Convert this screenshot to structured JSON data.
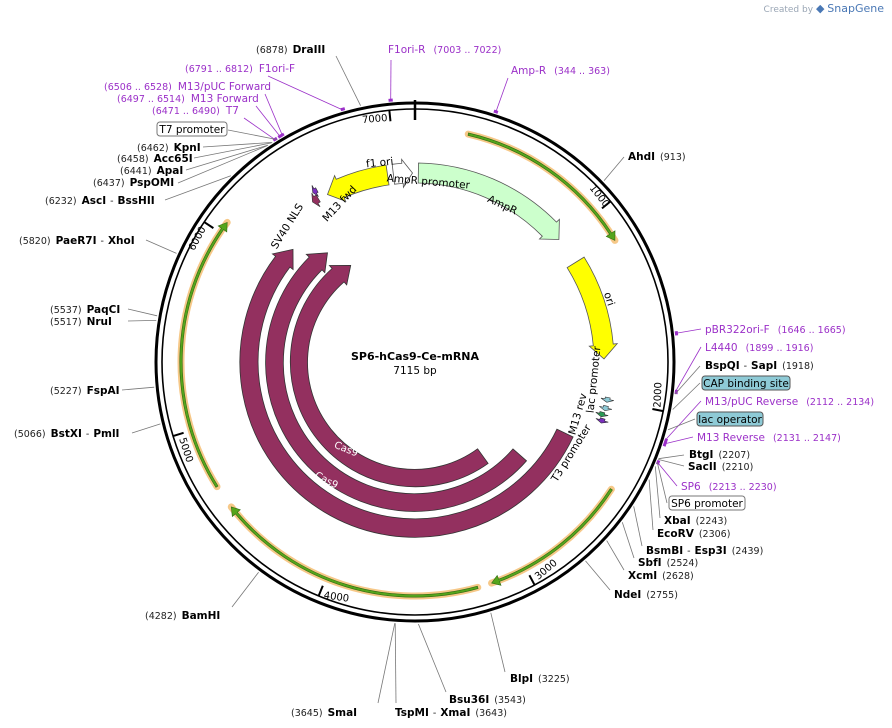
{
  "credit": {
    "prefix": "Created by",
    "brand": "SnapGene"
  },
  "plasmid": {
    "name": "SP6-hCas9-Ce-mRNA",
    "length_label": "7115 bp",
    "length": 7115
  },
  "ticks": [
    {
      "bp": 1000,
      "label": "1000"
    },
    {
      "bp": 2000,
      "label": "2000"
    },
    {
      "bp": 3000,
      "label": "3000"
    },
    {
      "bp": 4000,
      "label": "4000"
    },
    {
      "bp": 5000,
      "label": "5000"
    },
    {
      "bp": 6000,
      "label": "6000"
    },
    {
      "bp": 7000,
      "label": "7000"
    }
  ],
  "sites": [
    {
      "name": "DraIII",
      "pos": "(6878)"
    },
    {
      "name": "KpnI",
      "pos": "(6462)"
    },
    {
      "name": "Acc65I",
      "pos": "(6458)"
    },
    {
      "name": "ApaI",
      "pos": "(6441)"
    },
    {
      "name": "PspOMI",
      "pos": "(6437)"
    },
    {
      "name": "AscI",
      "name2": "BssHII",
      "pos": "(6232)"
    },
    {
      "name": "PaeR7I",
      "name2": "XhoI",
      "pos": "(5820)"
    },
    {
      "name": "PaqCI",
      "pos": "(5537)"
    },
    {
      "name": "NruI",
      "pos": "(5517)"
    },
    {
      "name": "FspAI",
      "pos": "(5227)"
    },
    {
      "name": "BstXI",
      "name2": "PmlI",
      "pos": "(5066)"
    },
    {
      "name": "BamHI",
      "pos": "(4282)"
    },
    {
      "name": "SmaI",
      "pos": "(3645)"
    },
    {
      "name": "TspMI",
      "name2": "XmaI",
      "pos": "(3643)"
    },
    {
      "name": "Bsu36I",
      "pos": "(3543)"
    },
    {
      "name": "BlpI",
      "pos": "(3225)"
    },
    {
      "name": "NdeI",
      "pos": "(2755)"
    },
    {
      "name": "XcmI",
      "pos": "(2628)"
    },
    {
      "name": "SbfI",
      "pos": "(2524)"
    },
    {
      "name": "BsmBI",
      "name2": "Esp3I",
      "pos": "(2439)"
    },
    {
      "name": "EcoRV",
      "pos": "(2306)"
    },
    {
      "name": "XbaI",
      "pos": "(2243)"
    },
    {
      "name": "SacII",
      "pos": "(2210)"
    },
    {
      "name": "BtgI",
      "pos": "(2207)"
    },
    {
      "name": "BspQI",
      "name2": "SapI",
      "pos": "(1918)"
    },
    {
      "name": "AhdI",
      "pos": "(913)"
    }
  ],
  "primers": [
    {
      "name": "F1ori-R",
      "pos": "(7003 .. 7022)"
    },
    {
      "name": "Amp-R",
      "pos": "(344 .. 363)"
    },
    {
      "name": "F1ori-F",
      "pos": "(6791 .. 6812)"
    },
    {
      "name": "M13/pUC Forward",
      "pos": "(6506 .. 6528)"
    },
    {
      "name": "M13 Forward",
      "pos": "(6497 .. 6514)"
    },
    {
      "name": "T7",
      "pos": "(6471 .. 6490)"
    },
    {
      "name": "pBR322ori-F",
      "pos": "(1646 .. 1665)"
    },
    {
      "name": "L4440",
      "pos": "(1899 .. 1916)"
    },
    {
      "name": "M13/pUC Reverse",
      "pos": "(2112 .. 2134)"
    },
    {
      "name": "M13 Reverse",
      "pos": "(2131 .. 2147)"
    },
    {
      "name": "SP6",
      "pos": "(2213 .. 2230)"
    }
  ],
  "boxed": [
    {
      "name": "T7 promoter"
    },
    {
      "name": "CAP binding site"
    },
    {
      "name": "lac operator"
    },
    {
      "name": "SP6 promoter"
    }
  ],
  "features": {
    "f1_ori": "f1 ori",
    "ampr_promoter": "AmpR promoter",
    "ampr": "AmpR",
    "ori": "ori",
    "m13_fwd": "M13 fwd",
    "sv40_nls": "SV40 NLS",
    "m13_rev": "M13 rev",
    "lac_promoter": "lac promoter",
    "t3_promoter": "T3 promoter",
    "cas9": "Cas9"
  },
  "colors": {
    "cas9": "#93305f",
    "ampr": "#ccffcc",
    "ori": "#ffff00",
    "f1ori": "#ffff00",
    "orange_orf": "#f6c888",
    "green_orf": "#55a51c",
    "primer": "#9b30c8",
    "box_fill": "#8ecad6"
  }
}
